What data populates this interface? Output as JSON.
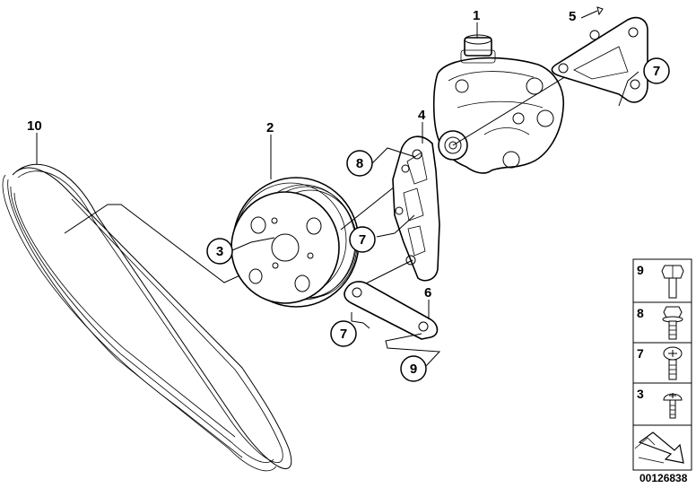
{
  "diagram": {
    "part_labels": {
      "p1": "1",
      "p2": "2",
      "p4": "4",
      "p5": "5",
      "p6": "6",
      "p10": "10"
    },
    "callouts": {
      "c3": "3",
      "c7a": "7",
      "c7b": "7",
      "c7c": "7",
      "c8": "8",
      "c9": "9"
    },
    "legend": [
      {
        "num": "9",
        "icon": "hex-bolt-icon"
      },
      {
        "num": "8",
        "icon": "flange-bolt-icon"
      },
      {
        "num": "7",
        "icon": "torx-bolt-icon"
      },
      {
        "num": "3",
        "icon": "pan-screw-icon"
      }
    ],
    "drawing_code": "00126838",
    "colors": {
      "line": "#000000",
      "background": "#ffffff"
    }
  }
}
